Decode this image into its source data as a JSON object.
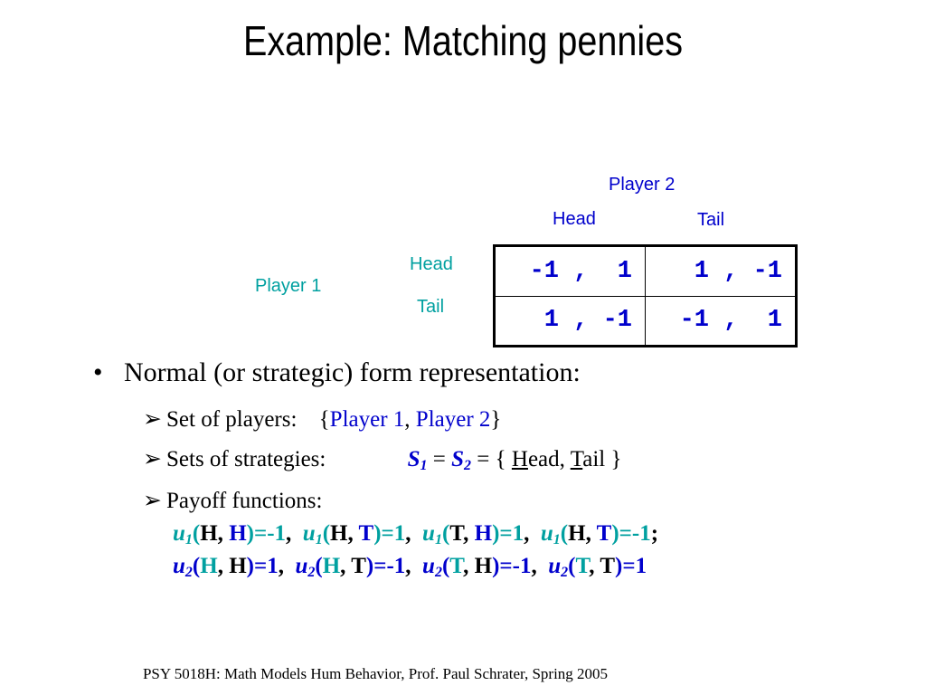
{
  "title": "Example: Matching pennies",
  "matrix": {
    "player2_label": "Player 2",
    "player1_label": "Player 1",
    "col_labels": [
      "Head",
      "Tail"
    ],
    "row_labels": [
      "Head",
      "Tail"
    ],
    "cells": [
      [
        "-1 ,  1",
        " 1 , -1"
      ],
      [
        " 1 , -1",
        "-1 ,  1"
      ]
    ]
  },
  "bullet": "Normal (or strategic) form representation:",
  "players_label": "Set of players:",
  "players": [
    "Player 1",
    "Player 2"
  ],
  "strategies_label": "Sets of strategies:",
  "strategy_set": {
    "s1": "S",
    "s2": "S",
    "sub1": "1",
    "sub2": "2",
    "heads": "ead,",
    "tails": "ail"
  },
  "payoff_label": "Payoff functions:",
  "footer": "PSY 5018H: Math Models Hum Behavior, Prof. Paul Schrater, Spring 2005",
  "colors": {
    "teal": "#00a0a0",
    "blue": "#0000cc"
  }
}
